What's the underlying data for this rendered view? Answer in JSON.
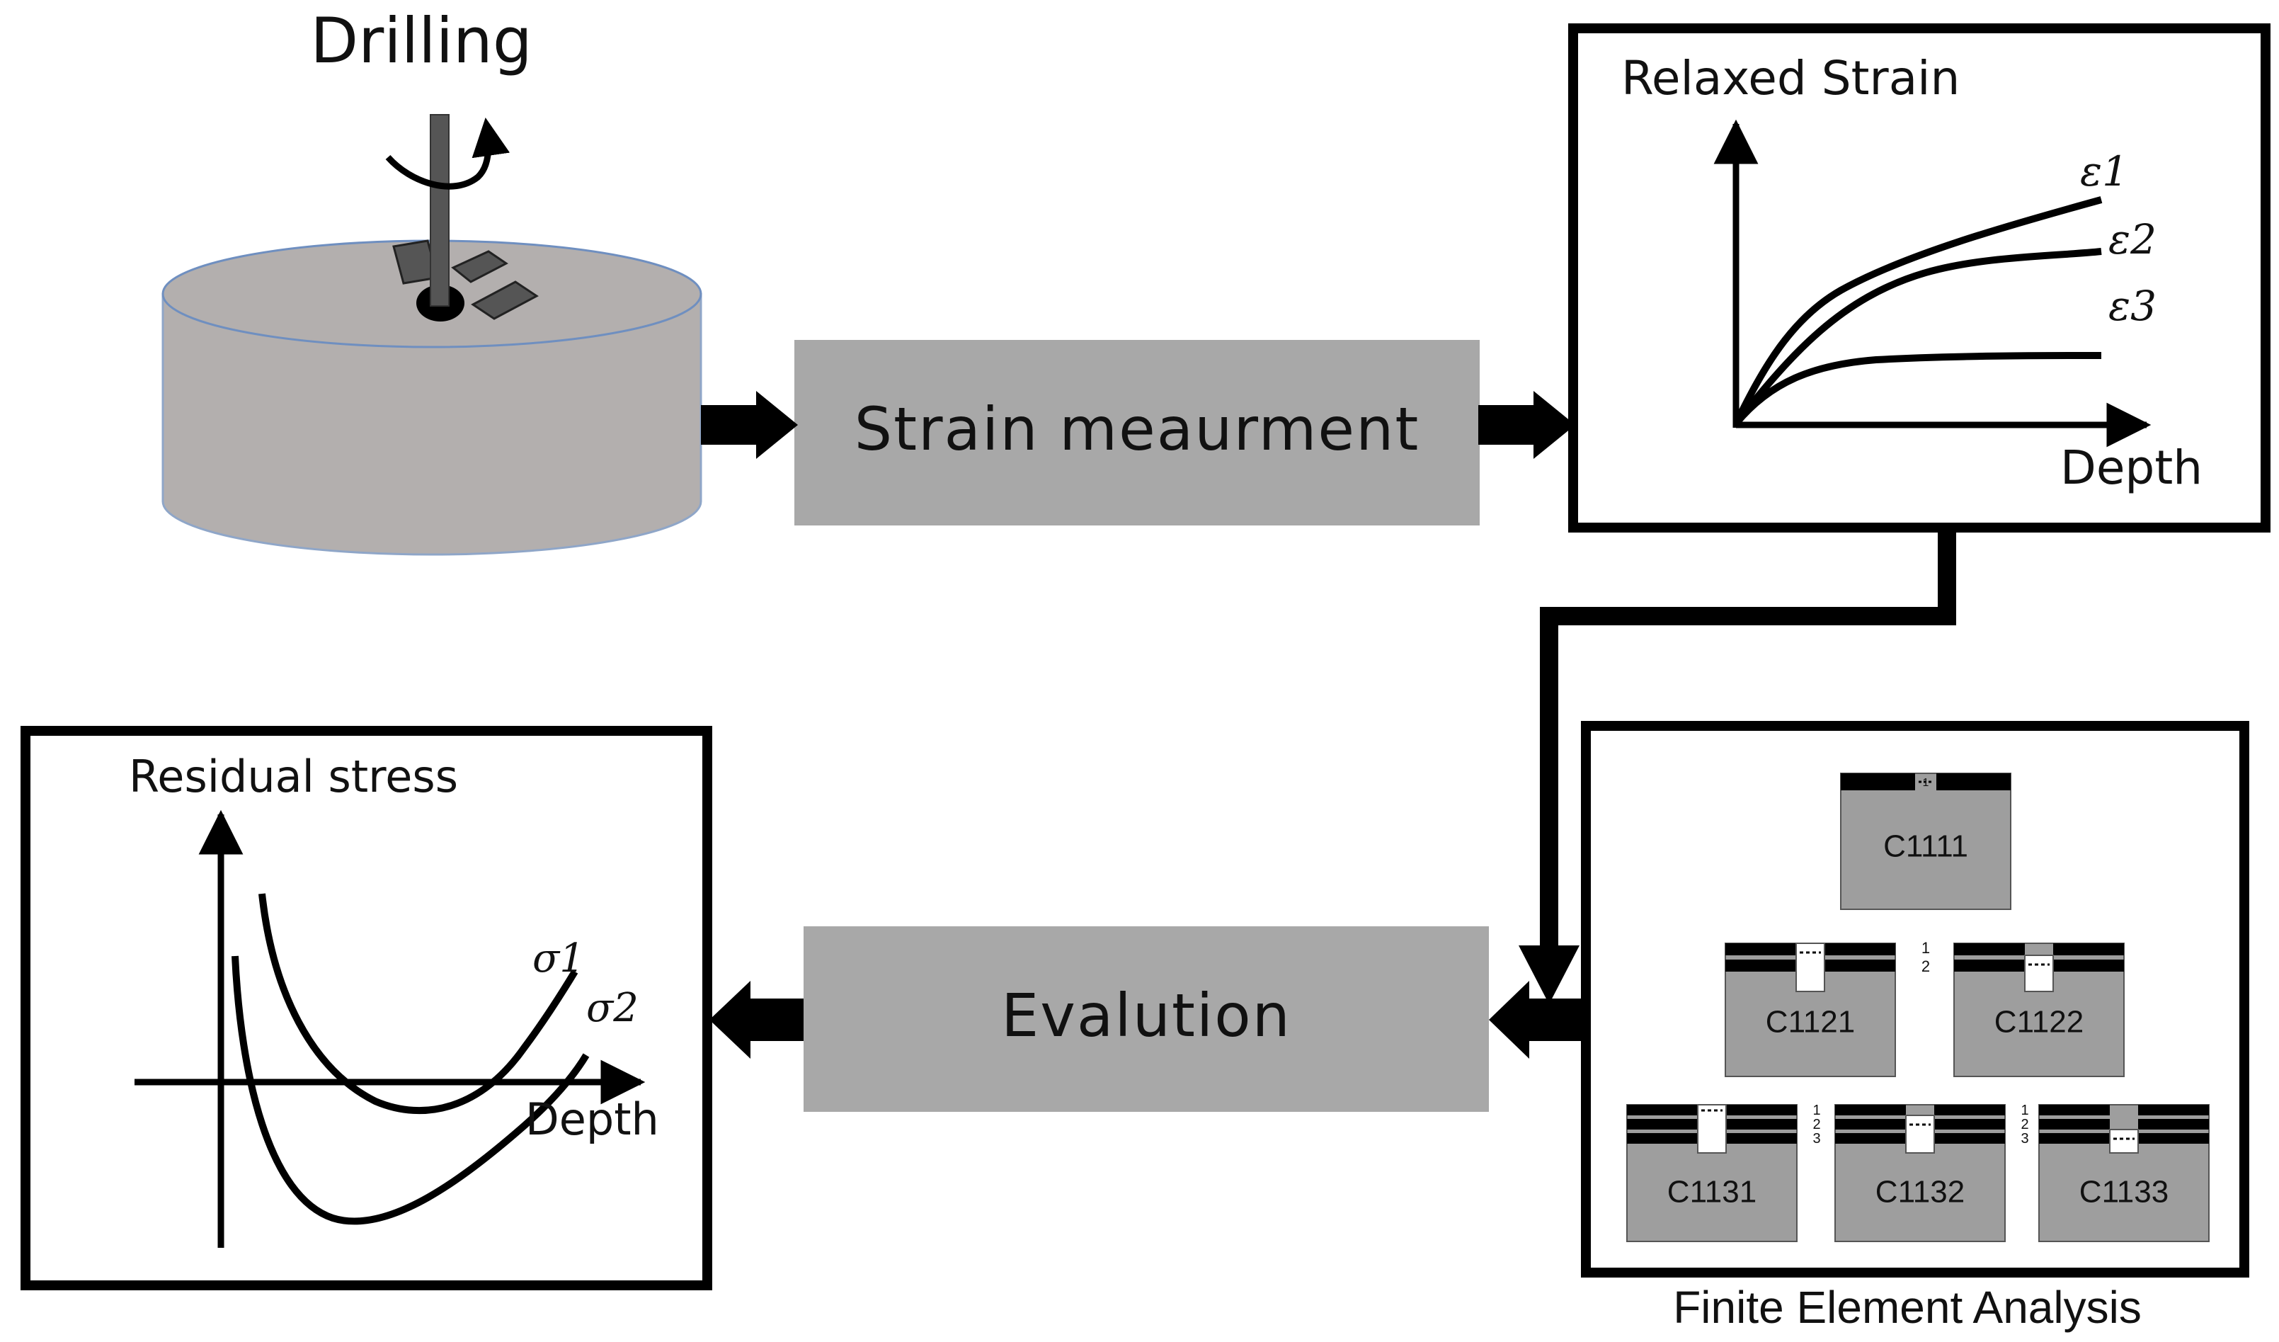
{
  "drilling": {
    "label": "Drilling"
  },
  "strain_box": {
    "label": "Strain meaurment"
  },
  "evaluation_box": {
    "label": "Evalution"
  },
  "relaxed_strain_plot": {
    "title": "Relaxed Strain",
    "x_label": "Depth",
    "curves": [
      "ε1",
      "ε2",
      "ε3"
    ]
  },
  "residual_stress_plot": {
    "title": "Residual stress",
    "x_label": "Depth",
    "curves": [
      "σ1",
      "σ2"
    ]
  },
  "fea": {
    "caption": "Finite Element Analysis",
    "layer1_marker": "1",
    "layer_numbers_2": [
      "1",
      "2"
    ],
    "layer_numbers_3": [
      "1",
      "2",
      "3"
    ],
    "blocks": {
      "c1111": "C1111",
      "c1121": "C1121",
      "c1122": "C1122",
      "c1131": "C1131",
      "c1132": "C1132",
      "c1133": "C1133"
    }
  },
  "colors": {
    "process_box": "#a8a8a8",
    "cylinder": "#b3afae",
    "fea_block": "#9e9e9e",
    "line": "#000000"
  }
}
